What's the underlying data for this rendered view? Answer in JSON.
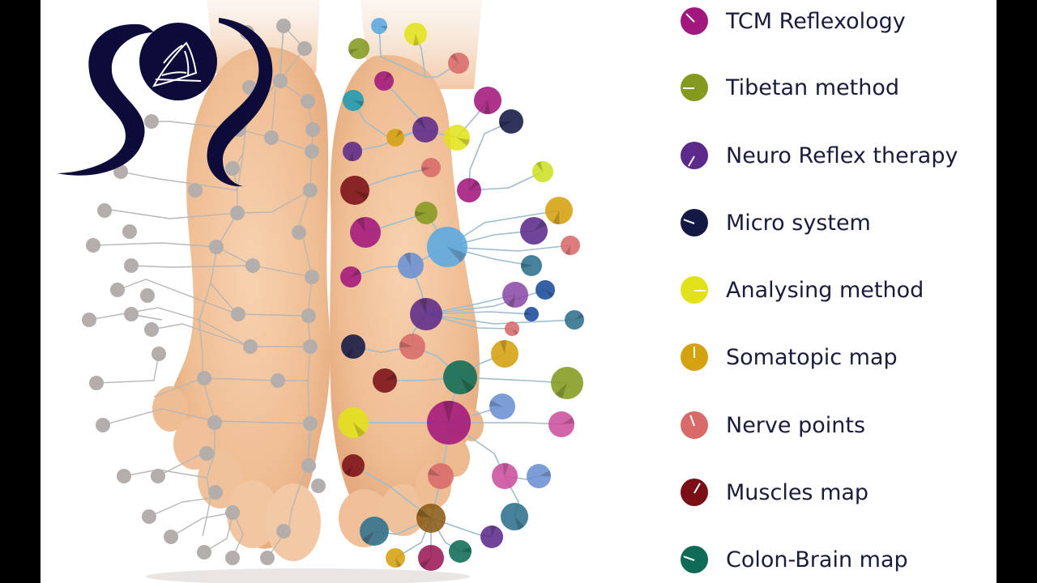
{
  "legend": [
    {
      "label": "TCM Reflexology",
      "color": "#a2177b",
      "icon": "pie-marker-icon"
    },
    {
      "label": "Tibetan method",
      "color": "#849a1e",
      "icon": "pie-marker-icon"
    },
    {
      "label": "Neuro Reflex therapy",
      "color": "#5c2a8a",
      "icon": "pie-marker-icon"
    },
    {
      "label": "Micro system",
      "color": "#131844",
      "icon": "pie-marker-icon"
    },
    {
      "label": "Analysing method",
      "color": "#e2e21a",
      "icon": "pie-marker-icon"
    },
    {
      "label": "Somatopic map",
      "color": "#d4a10f",
      "icon": "pie-marker-icon"
    },
    {
      "label": "Nerve points",
      "color": "#d86a6a",
      "icon": "pie-marker-icon"
    },
    {
      "label": "Muscles map",
      "color": "#7b0f17",
      "icon": "pie-marker-icon"
    },
    {
      "label": "Colon-Brain map",
      "color": "#0f6b55",
      "icon": "pie-marker-icon"
    }
  ],
  "logo": {
    "icon": "sri-logo-icon",
    "colors": [
      "#0d0b3a",
      "#ffffff"
    ]
  },
  "colors": {
    "gray_node": "#b5b1ae",
    "connector": "#9fbccd",
    "skin": "#f3c8a4"
  }
}
